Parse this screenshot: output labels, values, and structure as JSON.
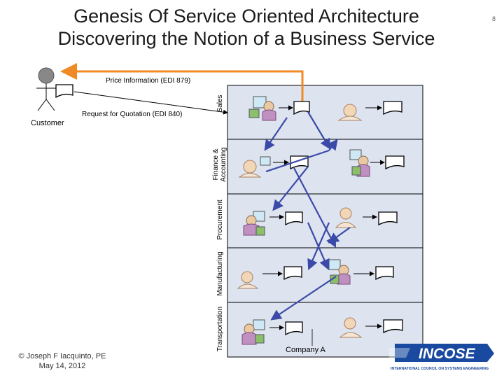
{
  "title": {
    "line1": "Genesis Of Service Oriented Architecture",
    "line2": "Discovering the Notion of a Business Service"
  },
  "page_number": "8",
  "customer": {
    "label": "Customer"
  },
  "messages": {
    "price_info": "Price Information (EDI 879)",
    "rfq": "Request for Quotation (EDI 840)"
  },
  "lanes": [
    {
      "label": "Sales"
    },
    {
      "label": "Finance &",
      "label2": "Accounting"
    },
    {
      "label": "Procurement"
    },
    {
      "label": "Manufacturing"
    },
    {
      "label": "Transportation"
    }
  ],
  "company": "Company A",
  "footer": {
    "author": "© Joseph F Iacquinto, PE",
    "date": "May 14, 2012"
  },
  "logo": {
    "text": "INCOSE",
    "tagline": "INTERNATIONAL COUNCIL ON SYSTEMS ENGINEERING"
  },
  "colors": {
    "lane_bg": "#dde3ef",
    "price_arrow": "#f08a24",
    "flow_arrow": "#3b4aa8",
    "logo_blue": "#1a4aa0"
  }
}
